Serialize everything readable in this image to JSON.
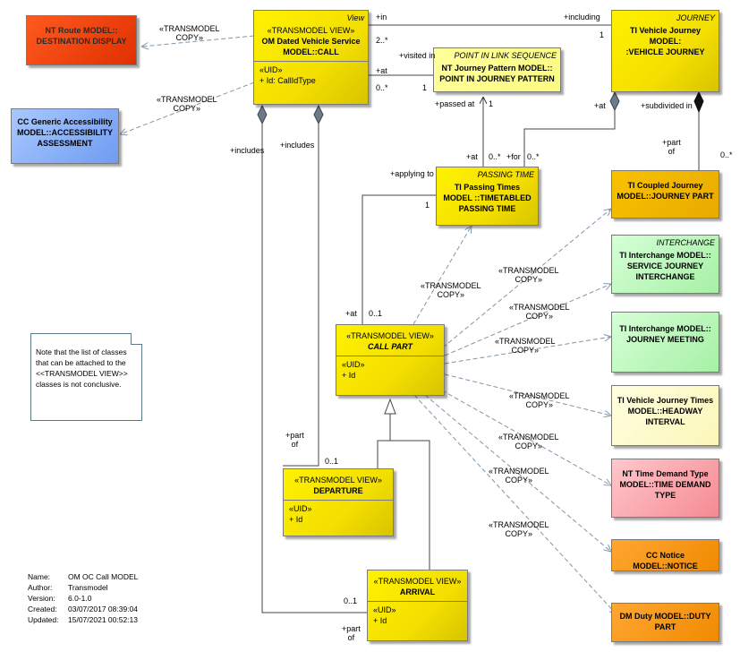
{
  "boxes": {
    "route": {
      "title": "NT Route MODEL::\nDESTINATION DISPLAY"
    },
    "access": {
      "title": "CC Generic Accessibility\nMODEL::ACCESSIBILITY\nASSESSMENT"
    },
    "call": {
      "corner": "View",
      "stereo": "«TRANSMODEL VIEW»",
      "title": "OM Dated Vehicle Service\nMODEL::CALL",
      "attr_stereo": "«UID»",
      "attr": "+    Id: CallIdType"
    },
    "pilink": {
      "corner": "POINT IN LINK SEQUENCE",
      "title": "NT Journey Pattern MODEL::\nPOINT IN JOURNEY PATTERN"
    },
    "journey": {
      "corner": "JOURNEY",
      "title": "TI Vehicle Journey MODEL:\n:VEHICLE JOURNEY"
    },
    "passing": {
      "corner": "PASSING TIME",
      "title": "TI Passing Times\nMODEL ::TIMETABLED\nPASSING TIME"
    },
    "coupled": {
      "title": "TI Coupled Journey\nMODEL::JOURNEY PART"
    },
    "sji": {
      "corner": "INTERCHANGE",
      "title": "TI Interchange MODEL::\nSERVICE JOURNEY\nINTERCHANGE"
    },
    "meeting": {
      "title": "TI Interchange MODEL::\nJOURNEY MEETING"
    },
    "headway": {
      "title": "TI Vehicle Journey Times\nMODEL::HEADWAY\nINTERVAL"
    },
    "demand": {
      "title": "NT Time Demand Type\nMODEL::TIME DEMAND\nTYPE"
    },
    "notice": {
      "title": "CC Notice MODEL::NOTICE"
    },
    "duty": {
      "title": "DM Duty MODEL::DUTY\nPART"
    },
    "callpart": {
      "stereo": "«TRANSMODEL VIEW»",
      "title": "CALL PART",
      "attr_stereo": "«UID»",
      "attr": "+    Id"
    },
    "departure": {
      "stereo": "«TRANSMODEL VIEW»",
      "title": "DEPARTURE",
      "attr_stereo": "«UID»",
      "attr": "+    Id"
    },
    "arrival": {
      "stereo": "«TRANSMODEL VIEW»",
      "title": "ARRIVAL",
      "attr_stereo": "«UID»",
      "attr": "+    Id"
    }
  },
  "labels": {
    "tm_copy_route": "«TRANSMODEL\nCOPY»",
    "tm_copy_access": "«TRANSMODEL\nCOPY»",
    "in": "+in",
    "including": "+including",
    "two_star": "2..*",
    "one_a": "1",
    "visited_in": "+visited in",
    "at_1": "+at",
    "zero_star_1": "0..*",
    "one_b": "1",
    "passed_at": "+passed at",
    "one_c": "1",
    "at_2": "+at",
    "subdivided_in": "+subdivided in",
    "includes_1": "+includes",
    "includes_2": "+includes",
    "at_3": "+at",
    "zero_star_2": "0..*",
    "for": "+for",
    "zero_star_3": "0..*",
    "part_of_1": "+part\nof",
    "zero_star_4": "0..*",
    "applying_to": "+applying to",
    "one_d": "1",
    "at_4": "+at",
    "zero_one_1": "0..1",
    "tm_copy_1": "«TRANSMODEL\nCOPY»",
    "tm_copy_2": "«TRANSMODEL\nCOPY»",
    "tm_copy_3": "«TRANSMODEL\nCOPY»",
    "tm_copy_4": "«TRANSMODEL\nCOPY»",
    "tm_copy_5": "«TRANSMODEL\nCOPY»",
    "tm_copy_6": "«TRANSMODEL\nCOPY»",
    "tm_copy_7": "«TRANSMODEL\nCOPY»",
    "tm_copy_8": "«TRANSMODEL\nCOPY»",
    "part_of_2": "+part\nof",
    "zero_one_2": "0..1",
    "zero_one_3": "0..1",
    "part_of_3": "+part\nof"
  },
  "note": "Note that the list of classes\nthat can be attached to the\n<<TRANSMODEL VIEW>>\nclasses is not conclusive.",
  "meta": [
    {
      "key": "Name:",
      "value": "OM OC Call MODEL"
    },
    {
      "key": "Author:",
      "value": "Transmodel"
    },
    {
      "key": "Version:",
      "value": "6.0-1.0"
    },
    {
      "key": "Created:",
      "value": "03/07/2017 08:39:04"
    },
    {
      "key": "Updated:",
      "value": "15/07/2021 00:52:13"
    }
  ],
  "colors": {
    "view_yellow": "#f3df00",
    "red": "#ff4a10",
    "blue": "#7ea8f5",
    "green": "#c0f5c0",
    "cream": "#ffffd0",
    "pink": "#f9a9b0",
    "orange": "#f79a20",
    "gold": "#efb400",
    "line": "#7a7a7a"
  }
}
